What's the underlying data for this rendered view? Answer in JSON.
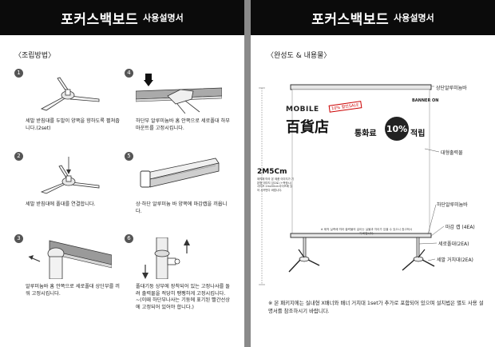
{
  "left_page": {
    "header_main": "포커스백보드",
    "header_sub": "사용설명서",
    "section": "〈조립방법〉",
    "steps": [
      {
        "num": "1",
        "caption": "세발 받침대를 두발이 양쪽을 향하도록 펼쳐줍니다.(2set)"
      },
      {
        "num": "2",
        "caption": "세발 받침대에 폴대를 연결합니다."
      },
      {
        "num": "3",
        "caption": "알루미늄바 홈 안쪽으로 세로폴대 상단부를 끼워 고정시킵니다."
      },
      {
        "num": "4",
        "caption": "하단부 알루미늄바 홈 안쪽으로 세로폴대 하부 마운트를 고정시킵니다."
      },
      {
        "num": "5",
        "caption": "상·하단 알루미늄 바 양쪽에 마감캡을 끼웁니다."
      },
      {
        "num": "6",
        "caption": "폴대기둥 상부에 장착되어 있는 고정나사를 돌려 출력물을 적당히 팽팽하게 고정시킵니다.",
        "note": "~(이때 하단부나사는 기둥에 표기된 빨간선상에 고정되어 있어야 합니다.)"
      }
    ]
  },
  "right_page": {
    "header_main": "포커스백보드",
    "header_sub": "사용설명서",
    "section": "〈완성도 & 내용물〉",
    "dimension": "2M5Cm",
    "dimension_note": "제작에 따라 본 제품 이미지가 기본형 이미지 임으로 (+측정시)사이즈 2mx50cm사이즈에 있어 시커먼다 바랍니다.",
    "callouts": [
      "상단알루미늄바",
      "대형출력물",
      "하단알루미늄바",
      "마감 캡 (4EA)",
      "세로폴대(2EA)",
      "세발 거치대(2EA)"
    ],
    "ad": {
      "mobile": "MOBILE",
      "hyakka": "百貨店",
      "sale_tag": "10% 할인SALE",
      "call": "통화료",
      "badge": "10%",
      "tail": "적립"
    },
    "brand": "BANNER ON",
    "screen_note": "※ 제작 실측에 따라 출력물의 길이는 실물과 차이가 있을 수 있으니 참고하시기 바랍니다.",
    "footnote": "※ 본 패키지에는 실내형 X배너와 배너 거치대 1set가 추가로 포함되어 있으며 설치법은 별도 사용 설명서를 참조하시기 바랍니다."
  },
  "colors": {
    "header_bg": "#0b0b0b",
    "outline": "#333333",
    "badge_bg": "#222222",
    "sale_red": "#cc0000"
  }
}
